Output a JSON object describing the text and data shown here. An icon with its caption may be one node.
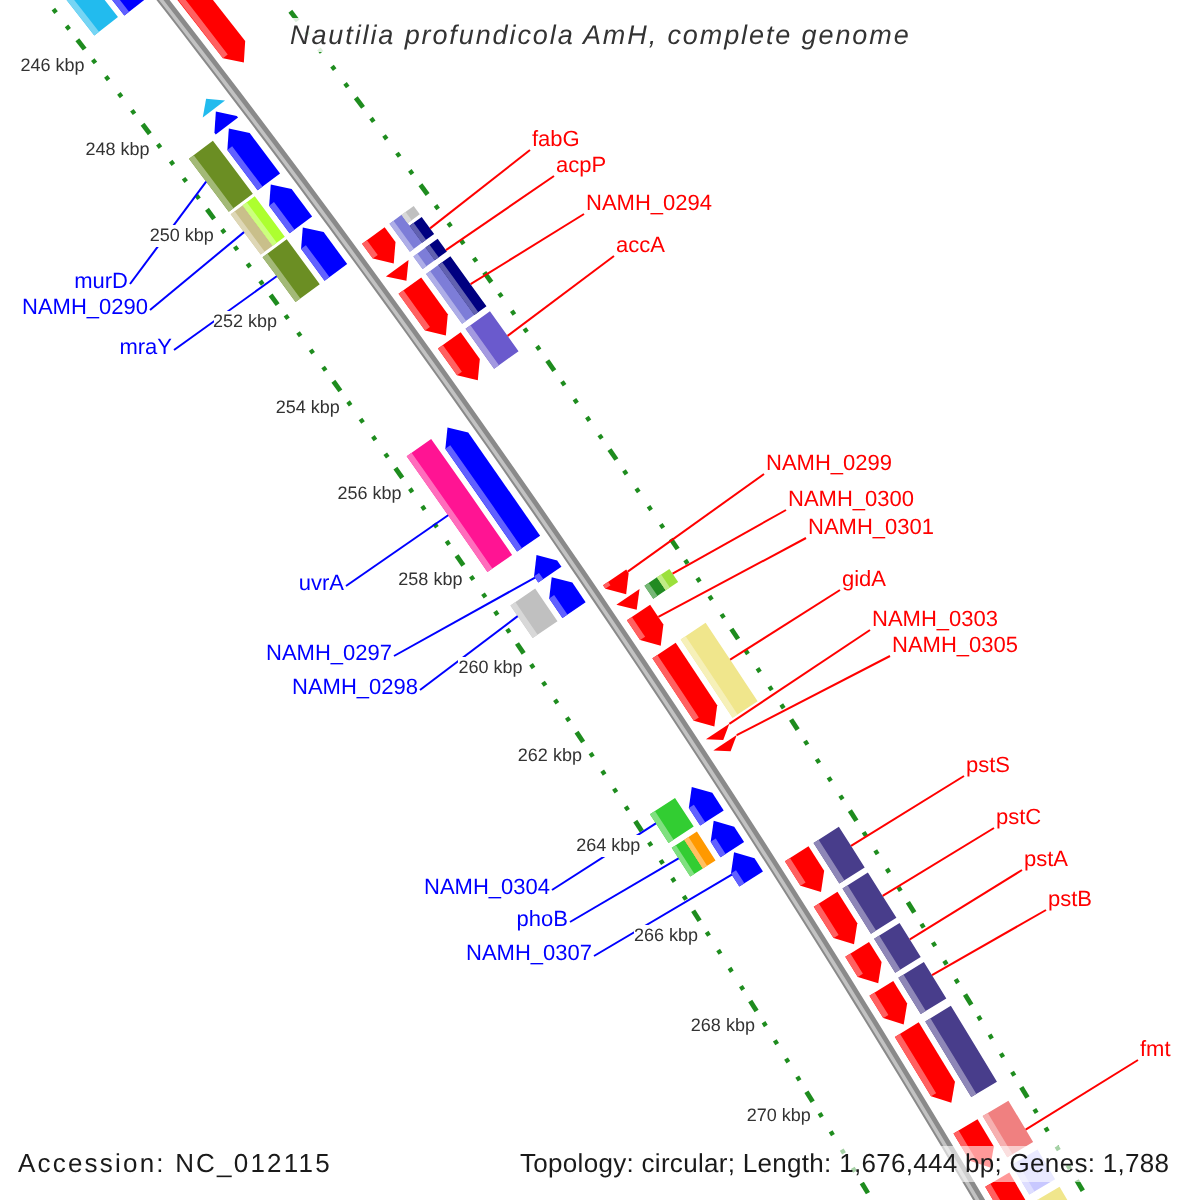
{
  "diagram": {
    "title": "Nautilia profundicola AmH, complete genome",
    "nodes": [
      {
        "text": [
          "fabG"
        ]
      },
      {
        "text": [
          "acpP"
        ]
      },
      {
        "text": [
          "NAMH_0294"
        ]
      },
      {
        "text": [
          "accA"
        ]
      },
      {
        "text": [
          "murD"
        ]
      },
      {
        "text": [
          "NAMH_0290"
        ]
      },
      {
        "text": [
          "mraY"
        ]
      },
      {
        "text": [
          "NAMH_0299"
        ]
      },
      {
        "text": [
          "NAMH_0300"
        ]
      },
      {
        "text": [
          "NAMH_0301"
        ]
      },
      {
        "text": [
          "uvrA"
        ]
      },
      {
        "text": [
          "gidA"
        ]
      },
      {
        "text": [
          "NAMH_0303"
        ]
      },
      {
        "text": [
          "NAMH_0297"
        ]
      },
      {
        "text": [
          "NAMH_0305"
        ]
      },
      {
        "text": [
          "NAMH_0298"
        ]
      },
      {
        "text": [
          "pstS"
        ]
      },
      {
        "text": [
          "pstC"
        ]
      },
      {
        "text": [
          "pstA"
        ]
      },
      {
        "text": [
          "NAMH_0304"
        ]
      },
      {
        "text": [
          "pstB"
        ]
      },
      {
        "text": [
          "phoB"
        ]
      },
      {
        "text": [
          "NAMH_0307"
        ]
      },
      {
        "text": [
          "fmt"
        ]
      },
      {
        "text": [],
        "shape": "bar"
      },
      {
        "text": [],
        "shape": "pentagon"
      },
      {
        "text": [],
        "shape": "pentagon"
      },
      {
        "text": [],
        "shape": "pentagon"
      },
      {
        "text": [],
        "shape": "pentagon"
      },
      {
        "text": [],
        "shape": "bar"
      },
      {
        "text": [],
        "shape": "pentagon"
      },
      {
        "text": [],
        "shape": "bar"
      },
      {
        "text": [],
        "shape": "bar"
      },
      {
        "text": [],
        "shape": "pentagon"
      },
      {
        "text": [],
        "shape": "bar"
      },
      {
        "text": [],
        "shape": "pentagon"
      },
      {
        "text": [],
        "shape": "pentagon"
      },
      {
        "text": [],
        "shape": "bar"
      },
      {
        "text": [],
        "shape": "bar"
      },
      {
        "text": [],
        "shape": "bar"
      },
      {
        "text": [],
        "shape": "pentagon"
      },
      {
        "text": [],
        "shape": "bar"
      },
      {
        "text": [],
        "shape": "bar"
      },
      {
        "text": [],
        "shape": "pentagon"
      },
      {
        "text": [],
        "shape": "bar"
      },
      {
        "text": [],
        "shape": "bar"
      },
      {
        "text": [],
        "shape": "pentagon"
      },
      {
        "text": [],
        "shape": "bar"
      },
      {
        "text": [],
        "shape": "bar"
      },
      {
        "text": [],
        "shape": "pentagon"
      },
      {
        "text": [],
        "shape": "pentagon"
      },
      {
        "text": [],
        "shape": "bar"
      },
      {
        "text": [],
        "shape": "pentagon"
      },
      {
        "text": [],
        "shape": "pentagon"
      },
      {
        "text": [],
        "shape": "pentagon"
      },
      {
        "text": [],
        "shape": "bar"
      },
      {
        "text": [],
        "shape": "bar"
      },
      {
        "text": [],
        "shape": "pentagon"
      },
      {
        "text": [],
        "shape": "pentagon"
      },
      {
        "text": [],
        "shape": "bar"
      },
      {
        "text": [],
        "shape": "pentagon"
      },
      {
        "text": [],
        "shape": "pentagon"
      },
      {
        "text": [],
        "shape": "bar"
      },
      {
        "text": [],
        "shape": "pentagon"
      },
      {
        "text": [],
        "shape": "bar"
      },
      {
        "text": [],
        "shape": "bar"
      },
      {
        "text": [],
        "shape": "pentagon"
      },
      {
        "text": [],
        "shape": "pentagon"
      },
      {
        "text": [],
        "shape": "pentagon"
      },
      {
        "text": [],
        "shape": "bar"
      },
      {
        "text": [],
        "shape": "pentagon"
      },
      {
        "text": [],
        "shape": "bar"
      },
      {
        "text": [],
        "shape": "pentagon"
      },
      {
        "text": [],
        "shape": "bar"
      },
      {
        "text": [],
        "shape": "pentagon"
      },
      {
        "text": [],
        "shape": "bar"
      },
      {
        "text": [],
        "shape": "pentagon"
      },
      {
        "text": [],
        "shape": "bar"
      },
      {
        "text": [],
        "shape": "pentagon"
      },
      {
        "text": [],
        "shape": "bar"
      },
      {
        "text": [],
        "shape": "bar"
      },
      {
        "text": [],
        "shape": "pentagon"
      },
      {
        "text": [],
        "shape": "bar"
      }
    ],
    "edges": [
      {
        "from": 0,
        "to": 39,
        "arrow": "none"
      },
      {
        "from": 1,
        "to": 42,
        "arrow": "none"
      },
      {
        "from": 2,
        "to": 45,
        "arrow": "none"
      },
      {
        "from": 3,
        "to": 47,
        "arrow": "none"
      },
      {
        "from": 4,
        "to": 29,
        "arrow": "none",
        "color": "#0000ff"
      },
      {
        "from": 5,
        "to": 31,
        "arrow": "none",
        "color": "#0000ff"
      },
      {
        "from": 6,
        "to": 34,
        "arrow": "none",
        "color": "#0000ff"
      },
      {
        "from": 7,
        "to": 53,
        "arrow": "none"
      },
      {
        "from": 8,
        "to": 56,
        "arrow": "none"
      },
      {
        "from": 9,
        "to": 57,
        "arrow": "none"
      },
      {
        "from": 10,
        "to": 48,
        "arrow": "none",
        "color": "#0000ff"
      },
      {
        "from": 11,
        "to": 59,
        "arrow": "none"
      },
      {
        "from": 12,
        "to": 60,
        "arrow": "none"
      },
      {
        "from": 13,
        "to": 50,
        "arrow": "none",
        "color": "#0000ff"
      },
      {
        "from": 14,
        "to": 61,
        "arrow": "none"
      },
      {
        "from": 15,
        "to": 51,
        "arrow": "none",
        "color": "#0000ff"
      },
      {
        "from": 16,
        "to": 69,
        "arrow": "none"
      },
      {
        "from": 17,
        "to": 71,
        "arrow": "none"
      },
      {
        "from": 18,
        "to": 73,
        "arrow": "none"
      },
      {
        "from": 19,
        "to": 62,
        "arrow": "none",
        "color": "#0000ff"
      },
      {
        "from": 20,
        "to": 75,
        "arrow": "none"
      },
      {
        "from": 21,
        "to": 64,
        "arrow": "none",
        "color": "#0000ff"
      },
      {
        "from": 22,
        "to": 67,
        "arrow": "none",
        "color": "#0000ff"
      },
      {
        "from": 23,
        "to": 79,
        "arrow": "none"
      }
    ],
    "labels": [
      "246 kbp",
      "248 kbp",
      "250 kbp",
      "252 kbp",
      "254 kbp",
      "256 kbp",
      "258 kbp",
      "260 kbp",
      "262 kbp",
      "264 kbp",
      "266 kbp",
      "268 kbp",
      "270 kbp",
      "Accession: NC_012115",
      "Topology: circular; Length: 1,676,444 bp; Genes: 1,788"
    ]
  }
}
